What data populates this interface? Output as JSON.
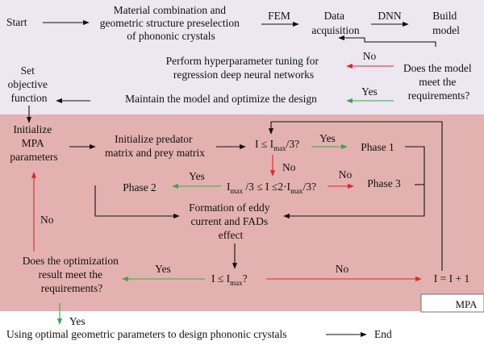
{
  "colors": {
    "top_band": "#ece7f1",
    "mpa_band": "#e3b2b0",
    "arrow_black": "#111111",
    "arrow_red": "#e0262a",
    "arrow_green": "#3aa64a",
    "label_box_border": "#555555"
  },
  "nodes": {
    "start": "Start",
    "preselect": [
      "Material combination and",
      "geometric structure preselection",
      "of phononic crystals"
    ],
    "fem": "FEM",
    "data_acq": [
      "Data",
      "acquisition"
    ],
    "dnn": "DNN",
    "build_model": [
      "Build",
      "model"
    ],
    "tuning": [
      "Perform hyperparameter tuning for",
      "regression deep neural networks"
    ],
    "meet_req": [
      "Does the model",
      "meet the",
      "requirements?"
    ],
    "no_1": "No",
    "yes_1": "Yes",
    "set_obj": [
      "Set",
      "objective",
      "function"
    ],
    "maintain": "Maintain the model and optimize the design",
    "init_mpa": [
      "Initialize",
      "MPA",
      "parameters"
    ],
    "init_matrix": [
      "Initialize predator",
      "matrix and prey matrix"
    ],
    "cond1": {
      "pre": "I ≤ I",
      "sub": "max",
      "post": "/3?"
    },
    "yes_2": "Yes",
    "phase1": "Phase 1",
    "no_2": "No",
    "cond2": {
      "a": "I",
      "a_sub": "max",
      "mid": " /3 ≤ I ≤2·I",
      "b_sub": "max",
      "post": "/3?"
    },
    "yes_3": "Yes",
    "no_3": "No",
    "phase2": "Phase 2",
    "phase3": "Phase 3",
    "eddy": [
      "Formation of eddy",
      "current and FADs",
      "effect"
    ],
    "no_4": "No",
    "opt_result": [
      "Does the optimization",
      "result meet the",
      "requirements?"
    ],
    "yes_4": "Yes",
    "cond3": {
      "pre": "I ≤ I",
      "sub": "max",
      "post": "?"
    },
    "no_5": "No",
    "increment": "I = I + 1",
    "mpa_label": "MPA",
    "yes_5": "Yes",
    "final": "Using optimal geometric parameters to design phononic crystals",
    "end": "End"
  }
}
